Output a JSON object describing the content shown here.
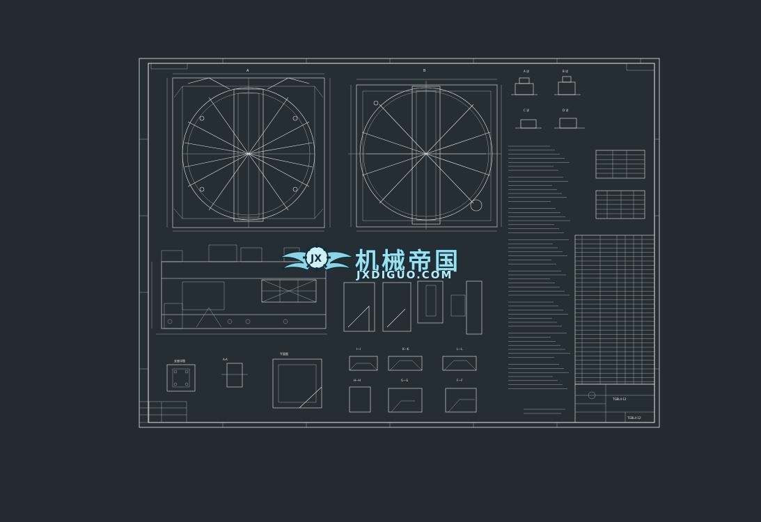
{
  "viewer": {
    "background": "#232a31",
    "sheet_background": "#262e35",
    "line_color": "#e8ecef"
  },
  "watermark": {
    "title": "机械帝国",
    "url": "JXDIGUO.COM",
    "emblem": "gear-wings-logo",
    "colors": {
      "text": "#9fe0ee",
      "outline": "#0b2f3d"
    }
  },
  "drawing": {
    "title_block_drawing_no": "TGBL4-12",
    "section_labels": [
      "I—I",
      "K—K",
      "L—L",
      "H—H",
      "G—G",
      "F—F"
    ]
  }
}
